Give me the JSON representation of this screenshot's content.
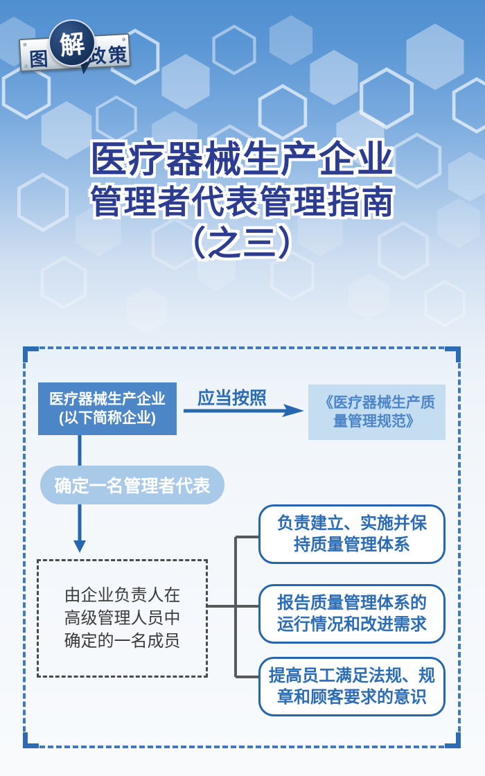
{
  "logo": {
    "left": "图",
    "center": "解",
    "right": "政策"
  },
  "title": {
    "line1": "医疗器械生产企业",
    "line2": "管理者代表管理指南",
    "line3": "（之三）"
  },
  "flow": {
    "enterprise": {
      "line1": "医疗器械生产企业",
      "line2": "(以下简称企业)"
    },
    "arrow_label": "应当按照",
    "standard": {
      "line1": "《医疗器械生产质",
      "line2": "量管理规范》"
    },
    "appoint": "确定一名管理者代表",
    "member": {
      "line1": "由企业负责人在",
      "line2": "高级管理人员中",
      "line3": "确定的一名成员"
    },
    "duties": [
      {
        "line1": "负责建立、实施并保",
        "line2": "持质量管理体系"
      },
      {
        "line1": "报告质量管理体系的",
        "line2": "运行情况和改进需求"
      },
      {
        "line1": "提高员工满足法规、规",
        "line2": "章和顾客要求的意识"
      }
    ]
  },
  "colors": {
    "title_navy": "#2c3c90",
    "enterprise_blue": "#4c86c6",
    "pill_blue": "#a9c9e9",
    "standard_bg": "#c5ddf1",
    "outline_blue": "#2b6cb5",
    "dashed_border_blue": "#3d7ac0",
    "connector_gray": "#58595b",
    "member_dash_gray": "#4a4a4a"
  }
}
